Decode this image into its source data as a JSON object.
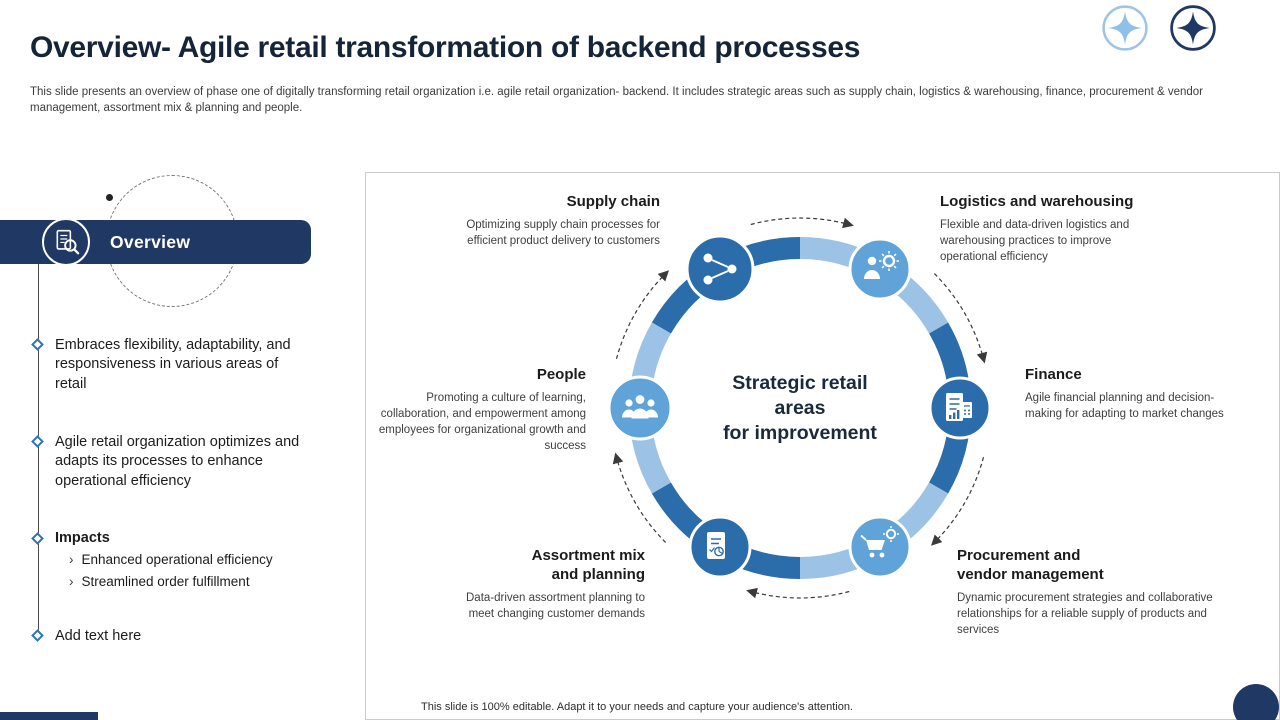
{
  "slide": {
    "title": "Overview- Agile retail transformation of backend processes",
    "description": "This slide presents an overview of phase one of digitally transforming retail organization i.e. agile retail organization- backend. It includes strategic areas such as supply chain, logistics & warehousing, finance, procurement & vendor management, assortment mix & planning and people.",
    "footer_note": "This slide is 100% editable. Adapt it to your needs and capture your audience's attention."
  },
  "sidebar": {
    "badge_label": "Overview",
    "badge_icon": "document-magnifier-icon",
    "sub_marker": "›",
    "bullets": [
      {
        "text": "Embraces flexibility, adaptability, and responsiveness in various areas of retail"
      },
      {
        "text": "Agile retail organization optimizes and adapts its processes to enhance operational efficiency"
      },
      {
        "title": "Impacts",
        "items": [
          "Enhanced operational efficiency",
          "Streamlined order fulfillment"
        ]
      },
      {
        "text": "Add text here"
      }
    ]
  },
  "diagram": {
    "center_lines": [
      "Strategic retail",
      "areas",
      "for improvement"
    ],
    "nodes": [
      {
        "title": "Supply chain",
        "description": "Optimizing supply chain processes for efficient product delivery to customers",
        "icon": "supply-chain-network-icon",
        "tone": "dark"
      },
      {
        "title": "Logistics and warehousing",
        "description": "Flexible and data-driven logistics and warehousing practices to improve operational efficiency",
        "icon": "logistics-worker-gear-icon",
        "tone": "light"
      },
      {
        "title": "Finance",
        "description": "Agile financial planning and decision-making for adapting to market changes",
        "icon": "finance-document-icon",
        "tone": "dark"
      },
      {
        "title": "Procurement and vendor management",
        "description": "Dynamic procurement strategies and collaborative relationships for a reliable supply of products and services",
        "icon": "procurement-cart-gear-icon",
        "tone": "light"
      },
      {
        "title": "Assortment mix and planning",
        "description": "Data-driven assortment planning to meet changing customer demands",
        "icon": "assortment-clipboard-icon",
        "tone": "dark"
      },
      {
        "title": "People",
        "description": "Promoting a culture of learning, collaboration, and empowerment among employees for organizational growth and success",
        "icon": "people-group-icon",
        "tone": "light"
      }
    ]
  },
  "decor": {
    "sparkle_icons": [
      "four-point-star-light-icon",
      "four-point-star-dark-icon"
    ]
  },
  "colors": {
    "navy": "#1f3864",
    "blue_dark": "#2b6cab",
    "blue_light_arc": "#9cc3e5",
    "blue_light_node": "#5fa3d8",
    "text_dark": "#1b1b1b",
    "text_body": "#3f3f3f"
  }
}
